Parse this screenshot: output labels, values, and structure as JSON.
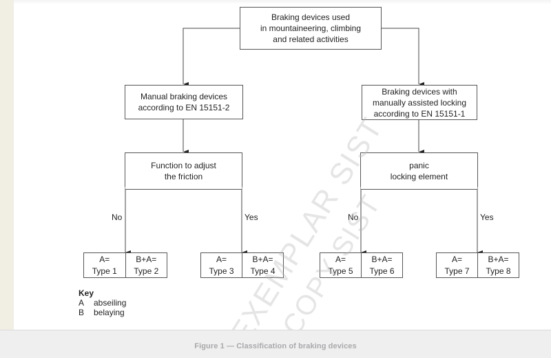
{
  "root": {
    "label_lines": [
      "Braking devices used",
      "in mountaineering, climbing",
      "and related activities"
    ]
  },
  "left_branch": {
    "category_lines": [
      "Manual braking devices",
      "according to EN 15151-2"
    ],
    "decision_lines": [
      "Function to adjust",
      "the friction"
    ],
    "no_label": "No",
    "yes_label": "Yes"
  },
  "right_branch": {
    "category_lines": [
      "Braking devices with",
      "manually assisted locking",
      "according to EN 15151-1"
    ],
    "decision_lines": [
      "panic",
      "locking element"
    ],
    "no_label": "No",
    "yes_label": "Yes"
  },
  "type_boxes": [
    {
      "left": [
        "A=",
        "Type 1"
      ],
      "right": [
        "B+A=",
        "Type 2"
      ]
    },
    {
      "left": [
        "A=",
        "Type 3"
      ],
      "right": [
        "B+A=",
        "Type 4"
      ]
    },
    {
      "left": [
        "A=",
        "Type 5"
      ],
      "right": [
        "B+A=",
        "Type 6"
      ]
    },
    {
      "left": [
        "A=",
        "Type 7"
      ],
      "right": [
        "B+A=",
        "Type 8"
      ]
    }
  ],
  "key": {
    "title": "Key",
    "items": [
      {
        "letter": "A",
        "meaning": "abseiling"
      },
      {
        "letter": "B",
        "meaning": "belaying"
      }
    ]
  },
  "caption": "Figure 1 — Classification of braking devices",
  "watermark": {
    "line1": "EXEMPLAR SIST",
    "line2": "COPY SIST"
  }
}
